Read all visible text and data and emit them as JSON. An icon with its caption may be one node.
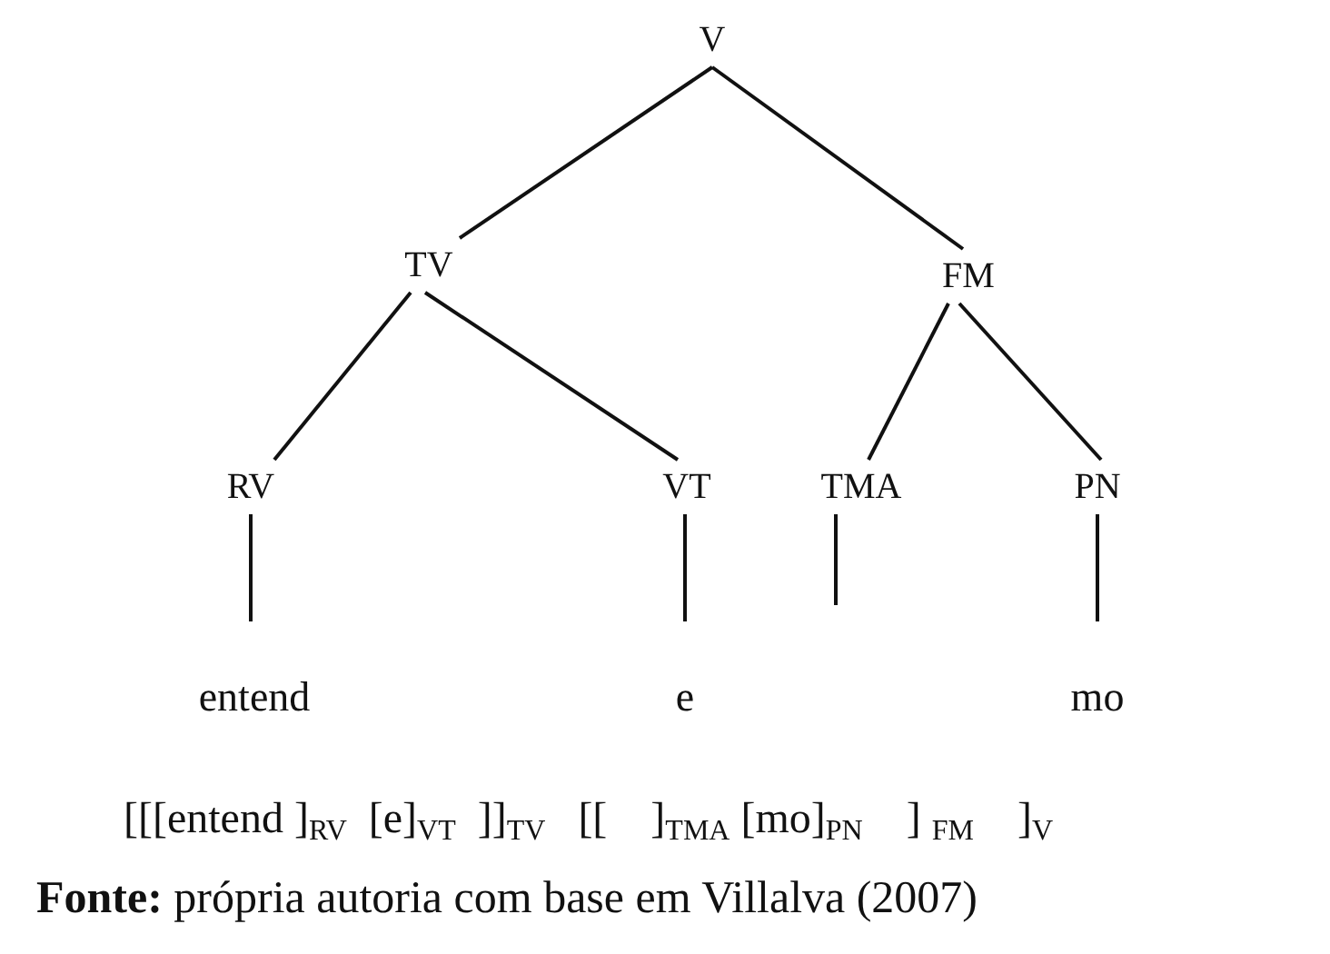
{
  "diagram": {
    "caption": "**Fonte:** própria autoria com base em Villalva (2007)",
    "nodes": [
      {
        "text": [
          "V"
        ]
      },
      {
        "text": [
          "TV"
        ]
      },
      {
        "text": [
          "FM"
        ]
      },
      {
        "text": [
          "RV"
        ]
      },
      {
        "text": [
          "VT"
        ]
      },
      {
        "text": [
          "TMA"
        ]
      },
      {
        "text": [
          "PN"
        ]
      },
      {
        "text": [
          "entend"
        ]
      },
      {
        "text": [
          "e"
        ]
      },
      {
        "text": [
          "mo"
        ]
      }
    ],
    "edges": [
      {
        "from": 0,
        "to": 1,
        "arrow": "none"
      },
      {
        "from": 0,
        "to": 2,
        "arrow": "none"
      },
      {
        "from": 1,
        "to": 3,
        "arrow": "none"
      },
      {
        "from": 1,
        "to": 4,
        "arrow": "none"
      },
      {
        "from": 2,
        "to": 5,
        "arrow": "none"
      },
      {
        "from": 2,
        "to": 6,
        "arrow": "none"
      },
      {
        "from": 3,
        "to": 7,
        "arrow": "none"
      },
      {
        "from": 4,
        "to": 8,
        "arrow": "none"
      },
      {
        "from": 5,
        "to": null,
        "arrow": "none"
      },
      {
        "from": 6,
        "to": 9,
        "arrow": "none"
      }
    ],
    "labels": [
      "[[[entend ]$_{RV}$  [e]$_{VT}$  ]]$_{TV}$   [[    ]$_{TMA}$ [mo]$_{PN}$    ] $_{FM}$    ]$_{V}$"
    ]
  }
}
